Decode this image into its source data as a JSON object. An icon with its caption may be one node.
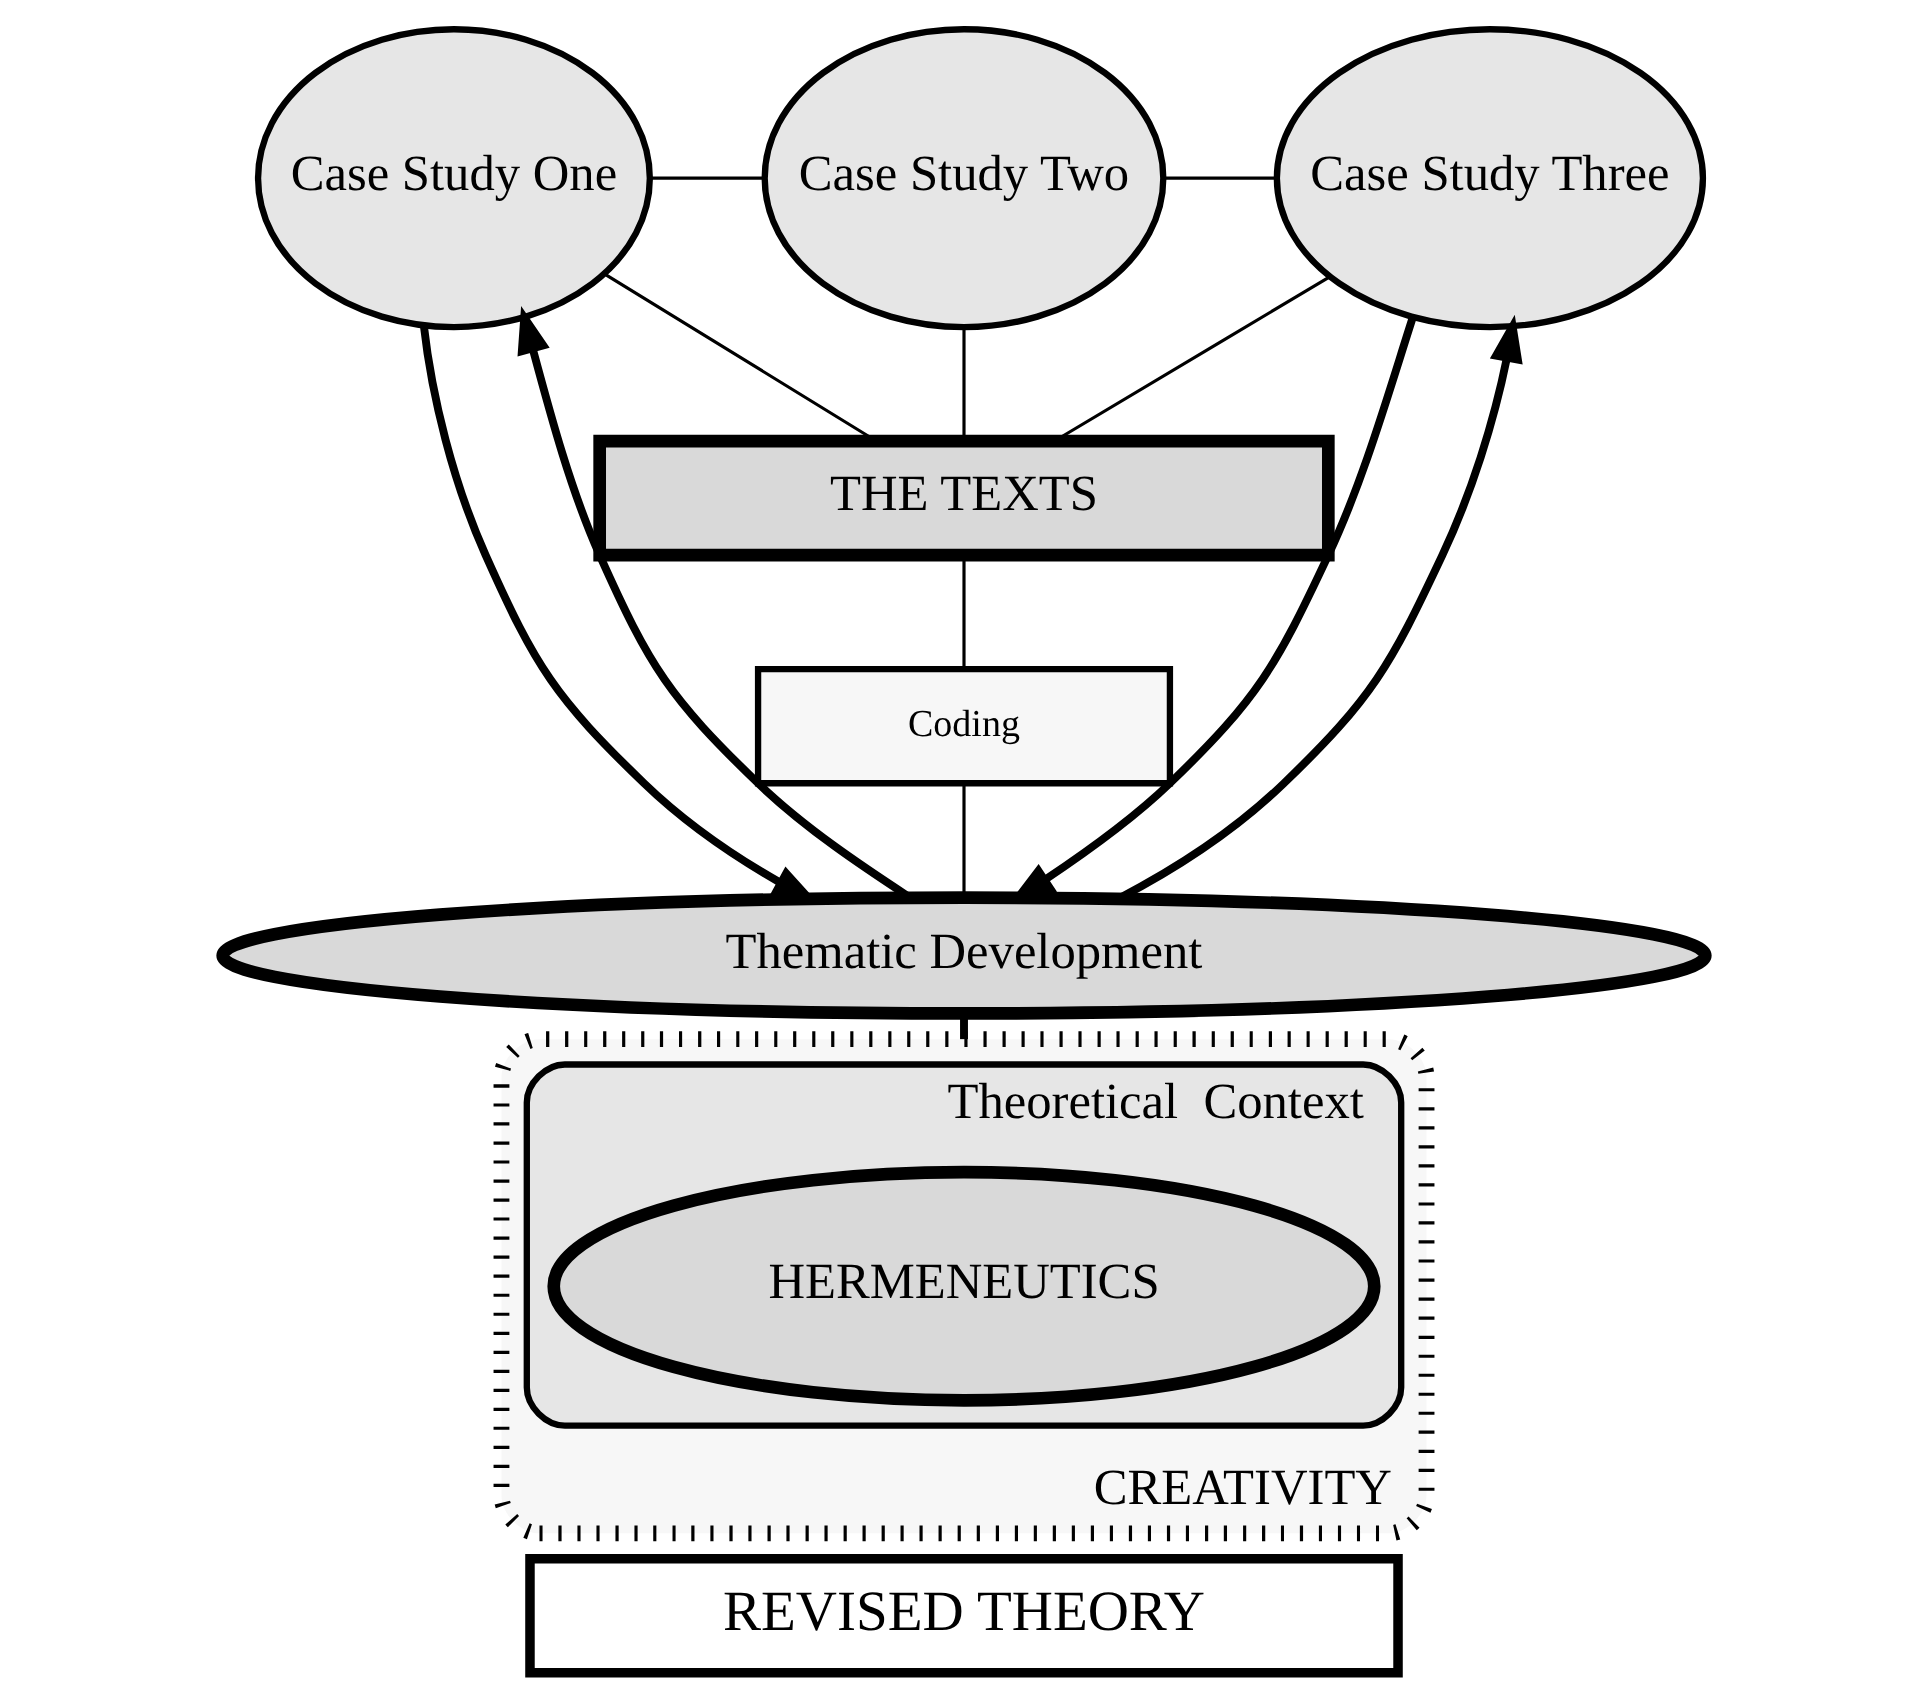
{
  "diagram": {
    "nodes": [
      {
        "text": [
          "Case Study One"
        ]
      },
      {
        "text": [
          "Case Study Two"
        ]
      },
      {
        "text": [
          "Case Study Three"
        ]
      },
      {
        "text": [
          "THE TEXTS"
        ]
      },
      {
        "text": [
          "Coding"
        ]
      },
      {
        "text": [
          "Thematic Development"
        ]
      },
      {
        "text": [
          "CREATIVITY"
        ]
      },
      {
        "text": [
          "Theoretical  Context"
        ],
        "in": 6
      },
      {
        "text": [
          "HERMENEUTICS"
        ],
        "in": 7
      },
      {
        "text": [
          "REVISED THEORY"
        ]
      }
    ],
    "edges": [
      {
        "from": 0,
        "to": 1,
        "arrow": "none"
      },
      {
        "from": 1,
        "to": 2,
        "arrow": "none"
      },
      {
        "from": 0,
        "to": 3,
        "arrow": "none"
      },
      {
        "from": 1,
        "to": 3,
        "arrow": "none"
      },
      {
        "from": 2,
        "to": 3,
        "arrow": "none"
      },
      {
        "from": 3,
        "to": 4,
        "arrow": "none"
      },
      {
        "from": 4,
        "to": 5,
        "arrow": "none"
      },
      {
        "from": 5,
        "to": 0,
        "arrow": "to",
        "style": "thick"
      },
      {
        "from": 0,
        "to": 5,
        "arrow": "to",
        "style": "thick"
      },
      {
        "from": 5,
        "to": 2,
        "arrow": "to",
        "style": "thick"
      },
      {
        "from": 2,
        "to": 5,
        "arrow": "to",
        "style": "thick"
      },
      {
        "from": 5,
        "to": 6,
        "arrow": "none",
        "style": "thick"
      }
    ]
  }
}
